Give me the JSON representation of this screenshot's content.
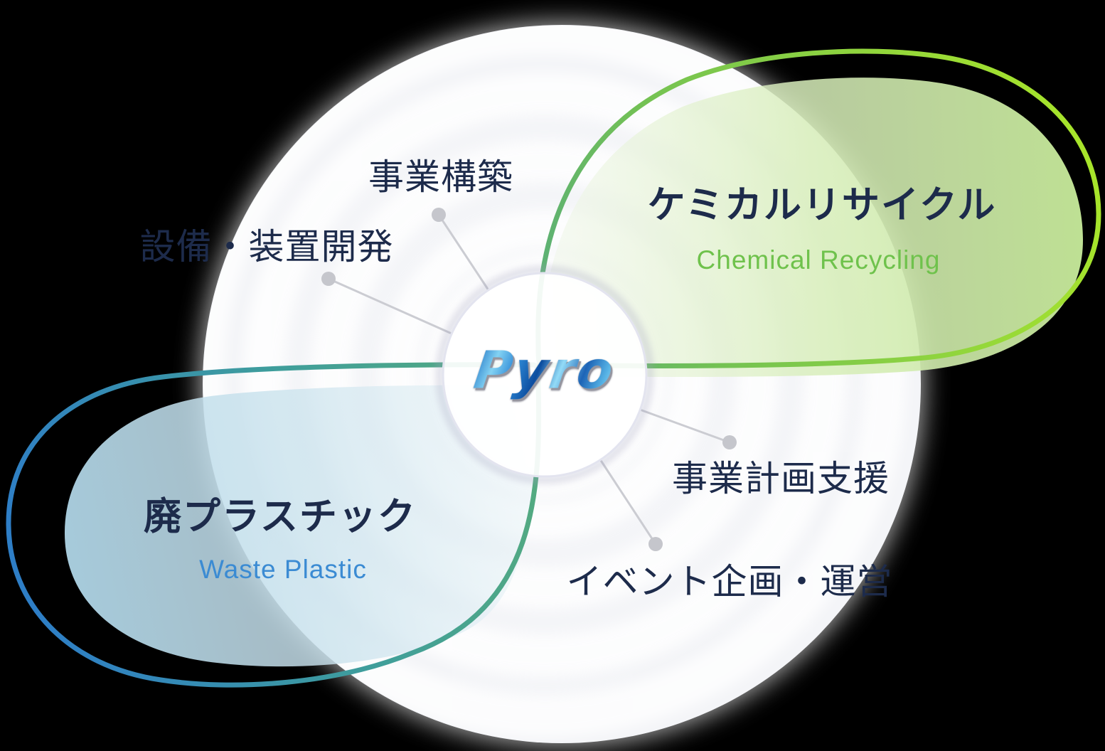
{
  "brand": {
    "logo_text": "Pyro"
  },
  "bubbles": {
    "chemical": {
      "title": "ケミカルリサイクル",
      "subtitle": "Chemical Recycling"
    },
    "waste": {
      "title": "廃プラスチック",
      "subtitle": "Waste Plastic"
    }
  },
  "services": {
    "business_build": "事業構築",
    "equipment_dev": "設備・装置開発",
    "planning_support": "事業計画支援",
    "event_planning": "イベント企画・運営"
  },
  "colors": {
    "text_navy": "#1d2b4b",
    "green_accent": "#6fc24c",
    "chartreuse_border": "#a7e42b",
    "teal_mid": "#55a87c",
    "blue_accent": "#3b8bd3",
    "blue_border": "#2e7ec6",
    "connector_gray": "#cbccd2",
    "circle_fill": "#f4f5f8"
  }
}
